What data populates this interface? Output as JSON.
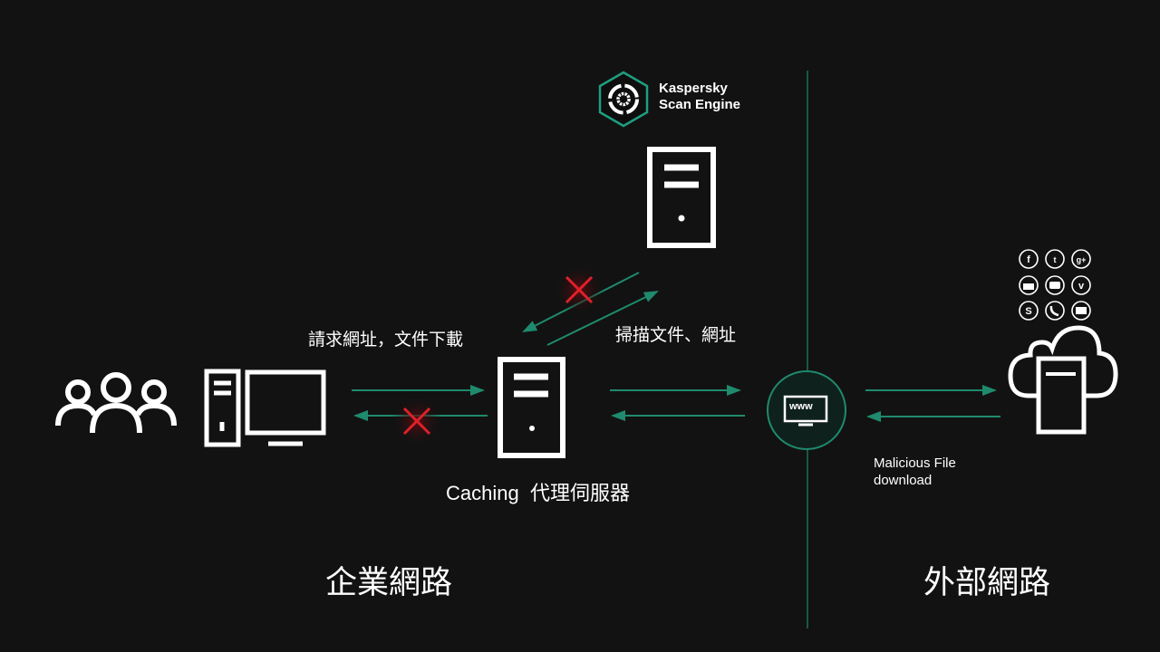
{
  "logo": {
    "brand": "Kaspersky",
    "product": "Scan Engine"
  },
  "labels": {
    "request": "請求網址，文件下載",
    "scan": "掃描文件、網址",
    "proxy": "Caching  代理伺服器",
    "malicious_line1": "Malicious File",
    "malicious_line2": "download",
    "enterprise": "企業網路",
    "external": "外部網路",
    "www": "www"
  },
  "colors": {
    "background": "#121212",
    "accent": "#1f8a6d",
    "block": "#e0202a"
  },
  "social_icons": [
    "facebook-icon",
    "twitter-icon",
    "google-plus-icon",
    "youtube-icon",
    "video-icon",
    "vimeo-icon",
    "skype-icon",
    "phone-icon",
    "mail-icon"
  ]
}
